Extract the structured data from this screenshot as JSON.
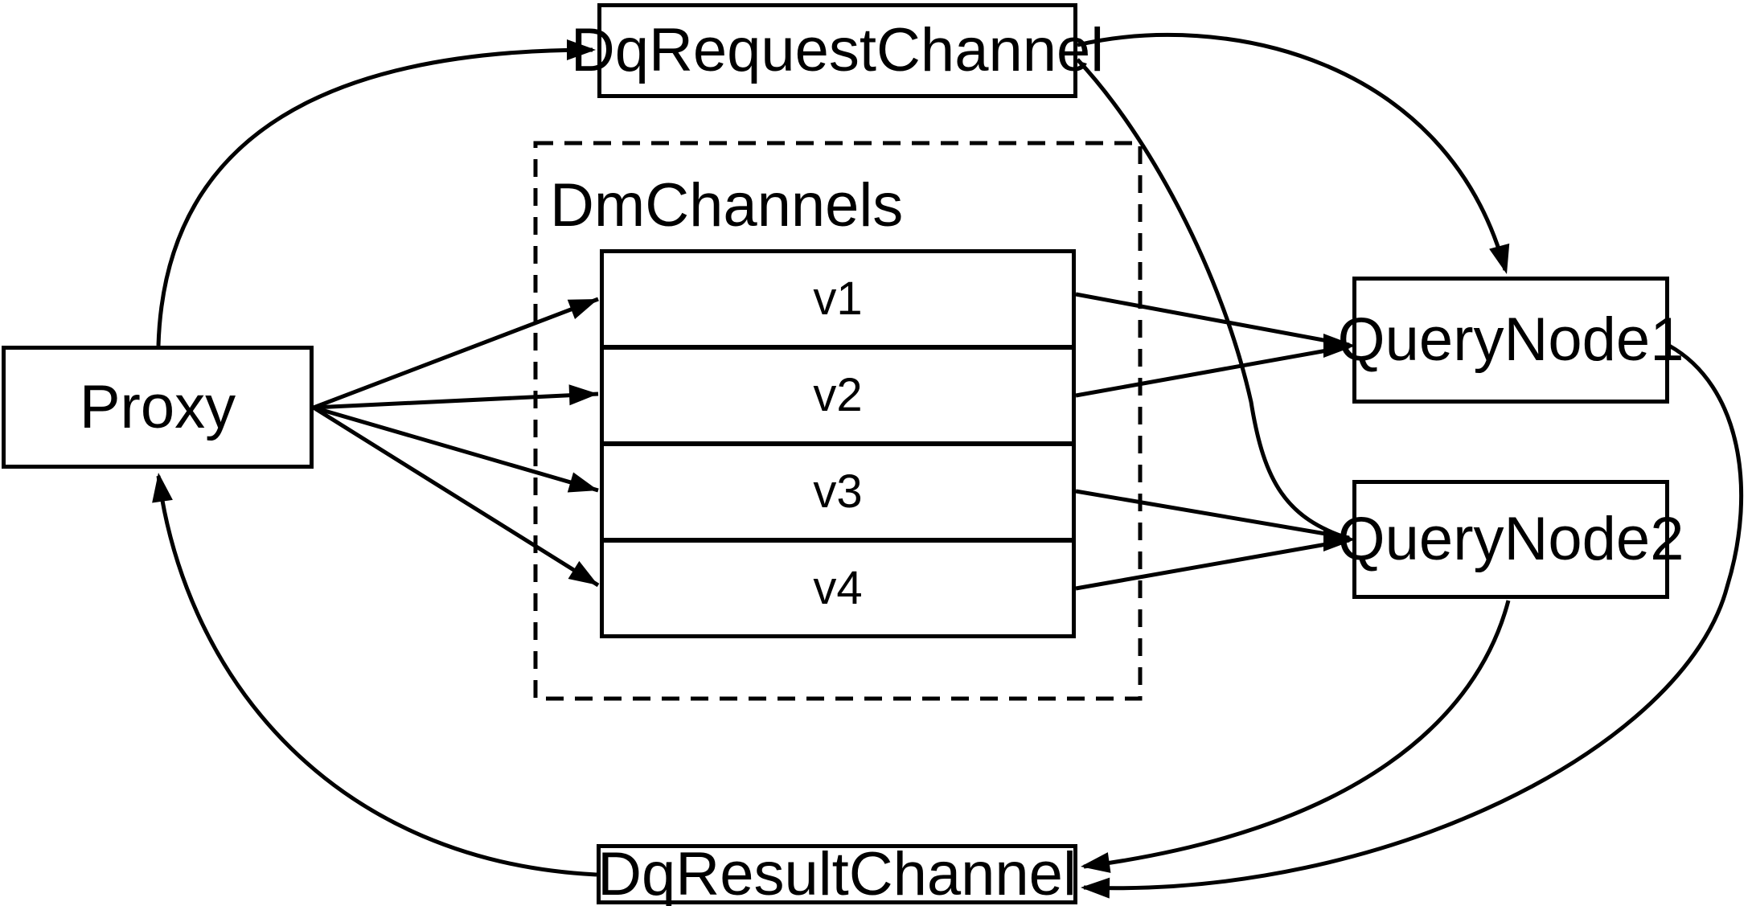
{
  "diagram": {
    "background_color": "#ffffff",
    "stroke_color": "#000000",
    "nodes": {
      "dq_request_channel": {
        "label": "DqRequestChannel"
      },
      "dm_channels": {
        "label": "DmChannels",
        "channels": [
          "v1",
          "v2",
          "v3",
          "v4"
        ]
      },
      "proxy": {
        "label": "Proxy"
      },
      "query_node1": {
        "label": "QueryNode1"
      },
      "query_node2": {
        "label": "QueryNode2"
      },
      "dq_result_channel": {
        "label": "DqResultChannel"
      }
    },
    "edges": [
      {
        "from": "Proxy",
        "to": "DqRequestChannel"
      },
      {
        "from": "Proxy",
        "to": "v1"
      },
      {
        "from": "Proxy",
        "to": "v2"
      },
      {
        "from": "Proxy",
        "to": "v3"
      },
      {
        "from": "Proxy",
        "to": "v4"
      },
      {
        "from": "v1",
        "to": "QueryNode1"
      },
      {
        "from": "v2",
        "to": "QueryNode1"
      },
      {
        "from": "v3",
        "to": "QueryNode2"
      },
      {
        "from": "v4",
        "to": "QueryNode2"
      },
      {
        "from": "DqRequestChannel",
        "to": "QueryNode1"
      },
      {
        "from": "DqRequestChannel",
        "to": "QueryNode2"
      },
      {
        "from": "QueryNode1",
        "to": "DqResultChannel"
      },
      {
        "from": "QueryNode2",
        "to": "DqResultChannel"
      },
      {
        "from": "DqResultChannel",
        "to": "Proxy"
      }
    ]
  }
}
